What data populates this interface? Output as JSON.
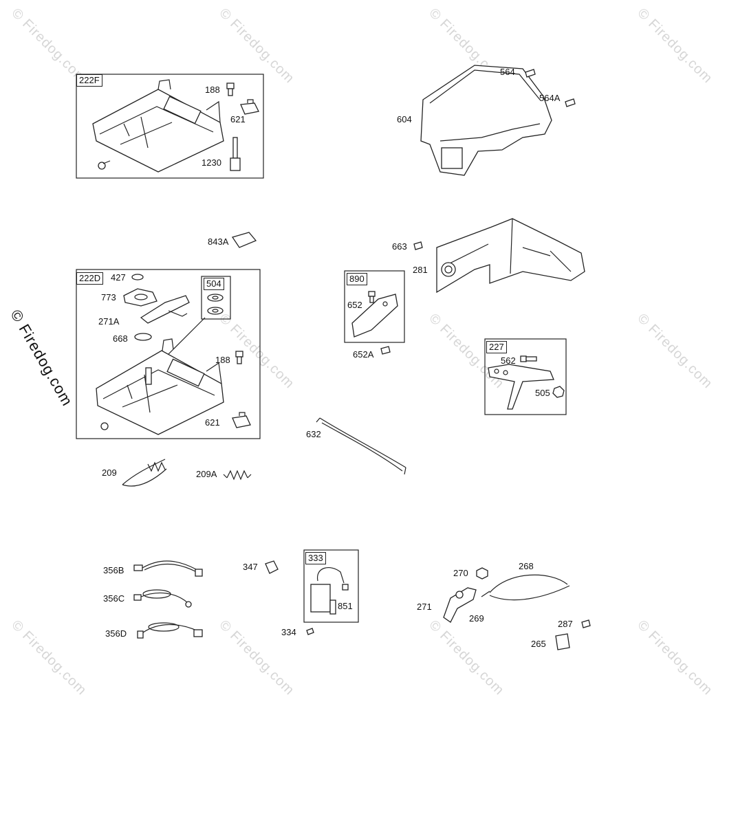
{
  "watermark": "© Firedog.com",
  "boxes": {
    "b222F": "222F",
    "b222D": "222D",
    "b504": "504",
    "b890": "890",
    "b227": "227",
    "b333": "333"
  },
  "labels": {
    "l188a": "188",
    "l621a": "621",
    "l1230": "1230",
    "l564": "564",
    "l564A": "564A",
    "l604": "604",
    "l843A": "843A",
    "l663": "663",
    "l281": "281",
    "l427": "427",
    "l773": "773",
    "l271A": "271A",
    "l668": "668",
    "l188b": "188",
    "l621b": "621",
    "l652": "652",
    "l652A": "652A",
    "l562": "562",
    "l505": "505",
    "l632": "632",
    "l209": "209",
    "l209A": "209A",
    "l356B": "356B",
    "l356C": "356C",
    "l356D": "356D",
    "l347": "347",
    "l851": "851",
    "l334": "334",
    "l270": "270",
    "l268": "268",
    "l271": "271",
    "l269": "269",
    "l287": "287",
    "l265": "265"
  },
  "icons": [
    "control-bracket",
    "blower-housing",
    "bracket-shield",
    "spring",
    "cable",
    "wire-lead",
    "clip",
    "bolt",
    "nut"
  ]
}
